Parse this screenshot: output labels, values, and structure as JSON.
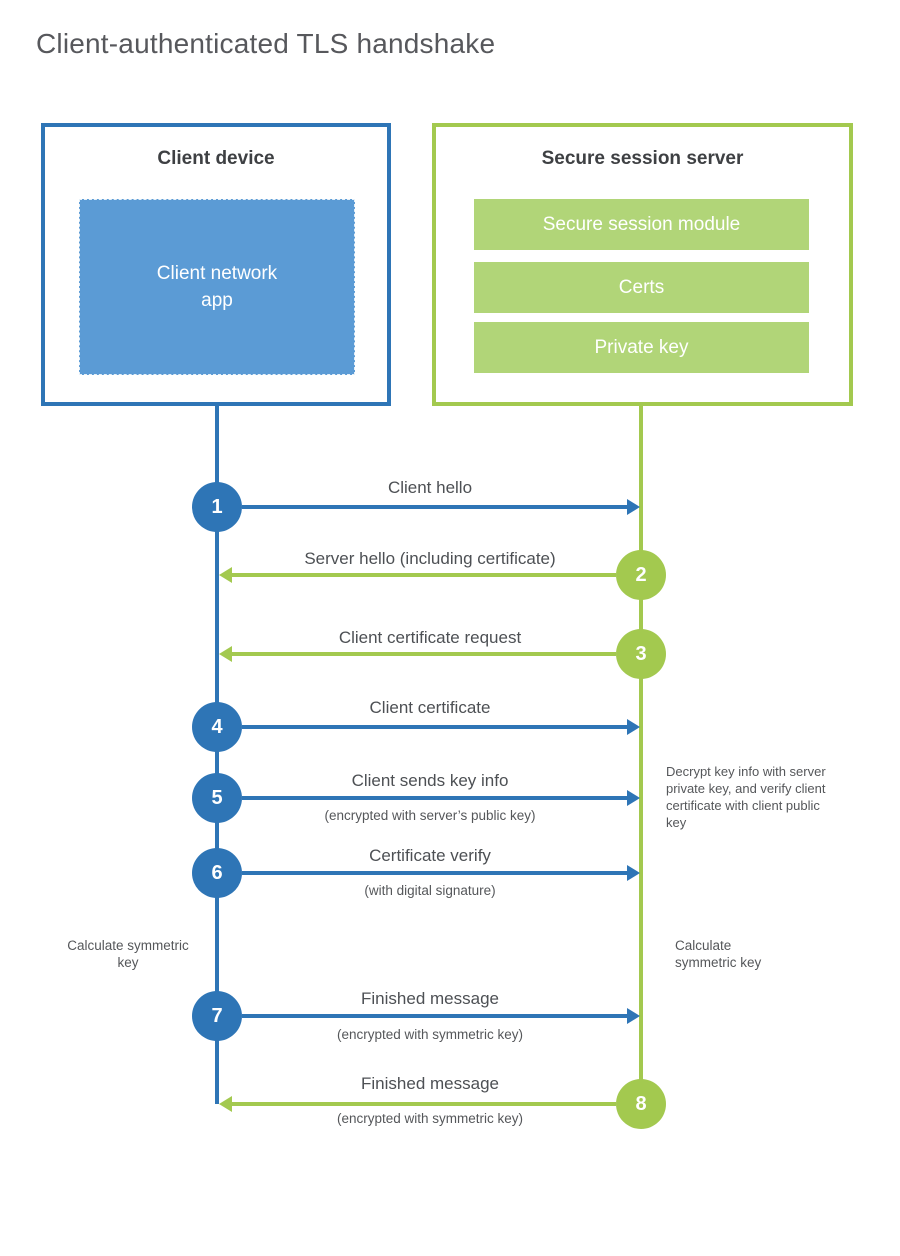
{
  "title": "Client-authenticated TLS handshake",
  "colors": {
    "blue": "#2e75b6",
    "blue_fill": "#5b9bd5",
    "green": "#a3c94f",
    "green_fill": "#b1d578",
    "heading_text": "#3e4043",
    "label_text": "#4d5054"
  },
  "client_box": {
    "title": "Client device",
    "app_label": "Client network app",
    "app_label_line1": "Client network",
    "app_label_line2": "app"
  },
  "server_box": {
    "title": "Secure session server",
    "modules": {
      "0": "Secure session module",
      "1": "Certs",
      "2": "Private key"
    }
  },
  "steps": {
    "0": {
      "num": "1",
      "label": "Client hello",
      "direction": "client-to-server"
    },
    "1": {
      "num": "2",
      "label": "Server hello (including certificate)",
      "direction": "server-to-client"
    },
    "2": {
      "num": "3",
      "label": "Client certificate request",
      "direction": "server-to-client"
    },
    "3": {
      "num": "4",
      "label": "Client certificate",
      "direction": "client-to-server"
    },
    "4": {
      "num": "5",
      "label": "Client sends key info",
      "sub": "(encrypted with server’s public key)",
      "direction": "client-to-server"
    },
    "5": {
      "num": "6",
      "label": "Certificate verify",
      "sub": "(with digital signature)",
      "direction": "client-to-server"
    },
    "6": {
      "num": "7",
      "label": "Finished message",
      "sub": "(encrypted with symmetric key)",
      "direction": "client-to-server"
    },
    "7": {
      "num": "8",
      "label": "Finished message",
      "sub": "(encrypted with symmetric key)",
      "direction": "server-to-client"
    }
  },
  "annotations": {
    "decrypt_note": "Decrypt key info with server private key, and verify client certificate with client public key",
    "calc_left": "Calculate symmetric key",
    "calc_right": "Calculate symmetric key"
  }
}
